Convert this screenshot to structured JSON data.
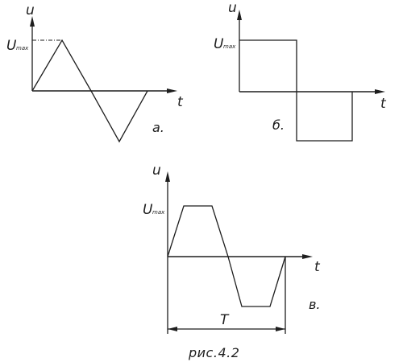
{
  "figure": {
    "caption": "рис.4.2",
    "panels": [
      {
        "id": "a",
        "panel_label": "а.",
        "y_axis_label": "u",
        "x_axis_label": "t",
        "amplitude_label_main": "U",
        "amplitude_label_sub": "max",
        "waveform": "triangular"
      },
      {
        "id": "b",
        "panel_label": "б.",
        "y_axis_label": "u",
        "x_axis_label": "t",
        "amplitude_label_main": "U",
        "amplitude_label_sub": "max",
        "waveform": "rectangular"
      },
      {
        "id": "c",
        "panel_label": "в.",
        "y_axis_label": "u",
        "x_axis_label": "t",
        "amplitude_label_main": "U",
        "amplitude_label_sub": "max",
        "waveform": "trapezoidal",
        "period_label": "T"
      }
    ]
  }
}
